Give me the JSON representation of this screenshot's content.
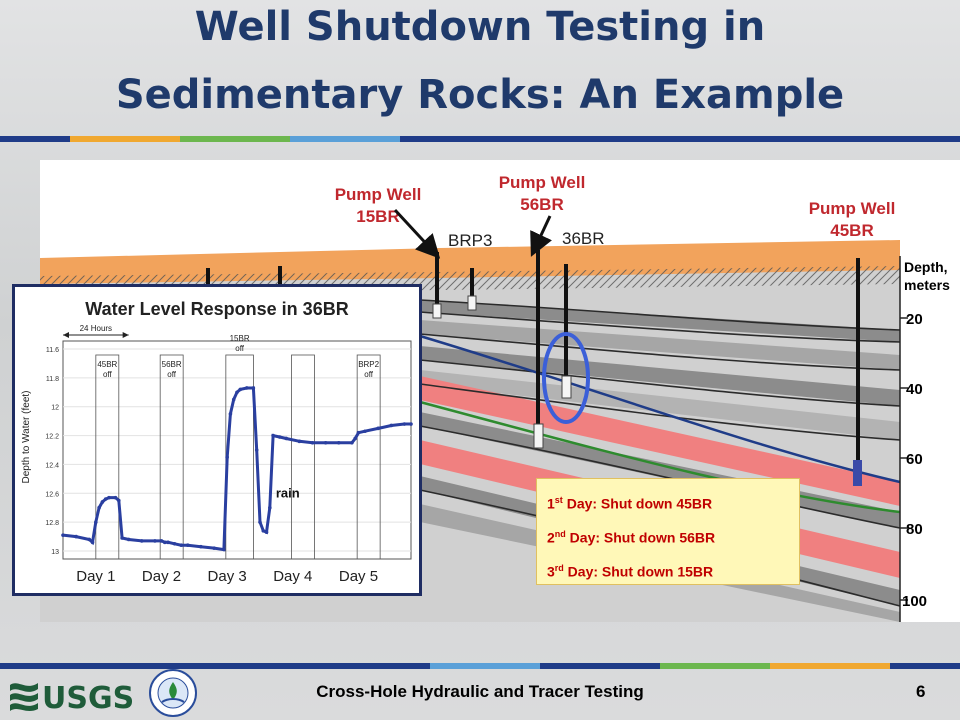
{
  "title": {
    "line1": "Well Shutdown Testing in",
    "line2": "Sedimentary Rocks: An Example"
  },
  "colors": {
    "title": "#1f3a6b",
    "accent_blue": "#1f3c88",
    "gold": "#f0a830",
    "green": "#6cb74e",
    "light_blue": "#5aa0d8",
    "overburden": "#f2a35c",
    "red_layer": "#f08080",
    "green_layer": "#2e8b2e"
  },
  "diagram": {
    "wells": [
      {
        "id": "pump15",
        "label_line1": "Pump Well",
        "label_line2": "15BR"
      },
      {
        "id": "pump56",
        "label_line1": "Pump Well",
        "label_line2": "56BR"
      },
      {
        "id": "pump45",
        "label_line1": "Pump Well",
        "label_line2": "45BR"
      }
    ],
    "obs_wells": {
      "brp3": "BRP3",
      "br36": "36BR"
    },
    "depth_axis": {
      "label_line1": "Depth,",
      "label_line2": "meters",
      "ticks": [
        "20",
        "40",
        "60",
        "80",
        "100"
      ]
    },
    "legend": [
      {
        "num": "1",
        "sup": "st",
        "text": " Day: Shut down 45BR"
      },
      {
        "num": "2",
        "sup": "nd",
        "text": " Day: Shut down 56BR"
      },
      {
        "num": "3",
        "sup": "rd",
        "text": " Day: Shut down 15BR"
      }
    ]
  },
  "chart_data": {
    "type": "line",
    "title": "Water Level Response in 36BR",
    "ylabel": "Depth to Water (feet)",
    "xlabel": "",
    "ylim": [
      13.0,
      11.6
    ],
    "yaxis_inverted": true,
    "yticks": [
      "11.6",
      "11.8",
      "12",
      "12.2",
      "12.4",
      "12.6",
      "12.8",
      "13"
    ],
    "x_categories": [
      "Day 1",
      "Day 2",
      "Day 3",
      "Day 4",
      "Day 5"
    ],
    "x_range_days": [
      0,
      5.3
    ],
    "span_annotation": "24 Hours",
    "annotations": [
      {
        "line1": "45BR",
        "line2": "off",
        "x_start": 0.5,
        "x_end": 0.85
      },
      {
        "line1": "56BR",
        "line2": "off",
        "x_start": 1.48,
        "x_end": 1.83
      },
      {
        "line1": "15BR",
        "line2": "off",
        "x_start": 2.48,
        "x_end": 2.9
      },
      {
        "line1": "",
        "line2": "",
        "x_start": 3.48,
        "x_end": 3.83
      },
      {
        "line1": "BRP2",
        "line2": "off",
        "x_start": 4.48,
        "x_end": 4.83
      }
    ],
    "rain_label": "rain",
    "series": [
      {
        "x": [
          0.0,
          0.2,
          0.4,
          0.45,
          0.5,
          0.55,
          0.6,
          0.65,
          0.7,
          0.8,
          0.85,
          0.9,
          1.0,
          1.2,
          1.4,
          1.5,
          1.55,
          1.6,
          1.7,
          1.8,
          1.9,
          2.1,
          2.3,
          2.45,
          2.5,
          2.55,
          2.6,
          2.65,
          2.7,
          2.8,
          2.9,
          2.95,
          3.0,
          3.05,
          3.1,
          3.15,
          3.2,
          3.3,
          3.4,
          3.6,
          3.8,
          4.0,
          4.2,
          4.4,
          4.45,
          4.5,
          4.6,
          4.8,
          5.0,
          5.2,
          5.3
        ],
        "y": [
          12.89,
          12.9,
          12.92,
          12.94,
          12.8,
          12.7,
          12.66,
          12.64,
          12.63,
          12.63,
          12.65,
          12.91,
          12.92,
          12.93,
          12.93,
          12.93,
          12.94,
          12.94,
          12.95,
          12.96,
          12.96,
          12.97,
          12.98,
          12.99,
          12.35,
          12.05,
          11.95,
          11.9,
          11.88,
          11.87,
          11.87,
          12.3,
          12.8,
          12.86,
          12.87,
          12.7,
          12.2,
          12.21,
          12.22,
          12.24,
          12.25,
          12.25,
          12.25,
          12.25,
          12.22,
          12.18,
          12.17,
          12.15,
          12.13,
          12.12,
          12.12
        ]
      }
    ]
  },
  "footer": {
    "title": "Cross-Hole Hydraulic and Tracer Testing",
    "page": "6",
    "usgs_text": "USGS"
  }
}
